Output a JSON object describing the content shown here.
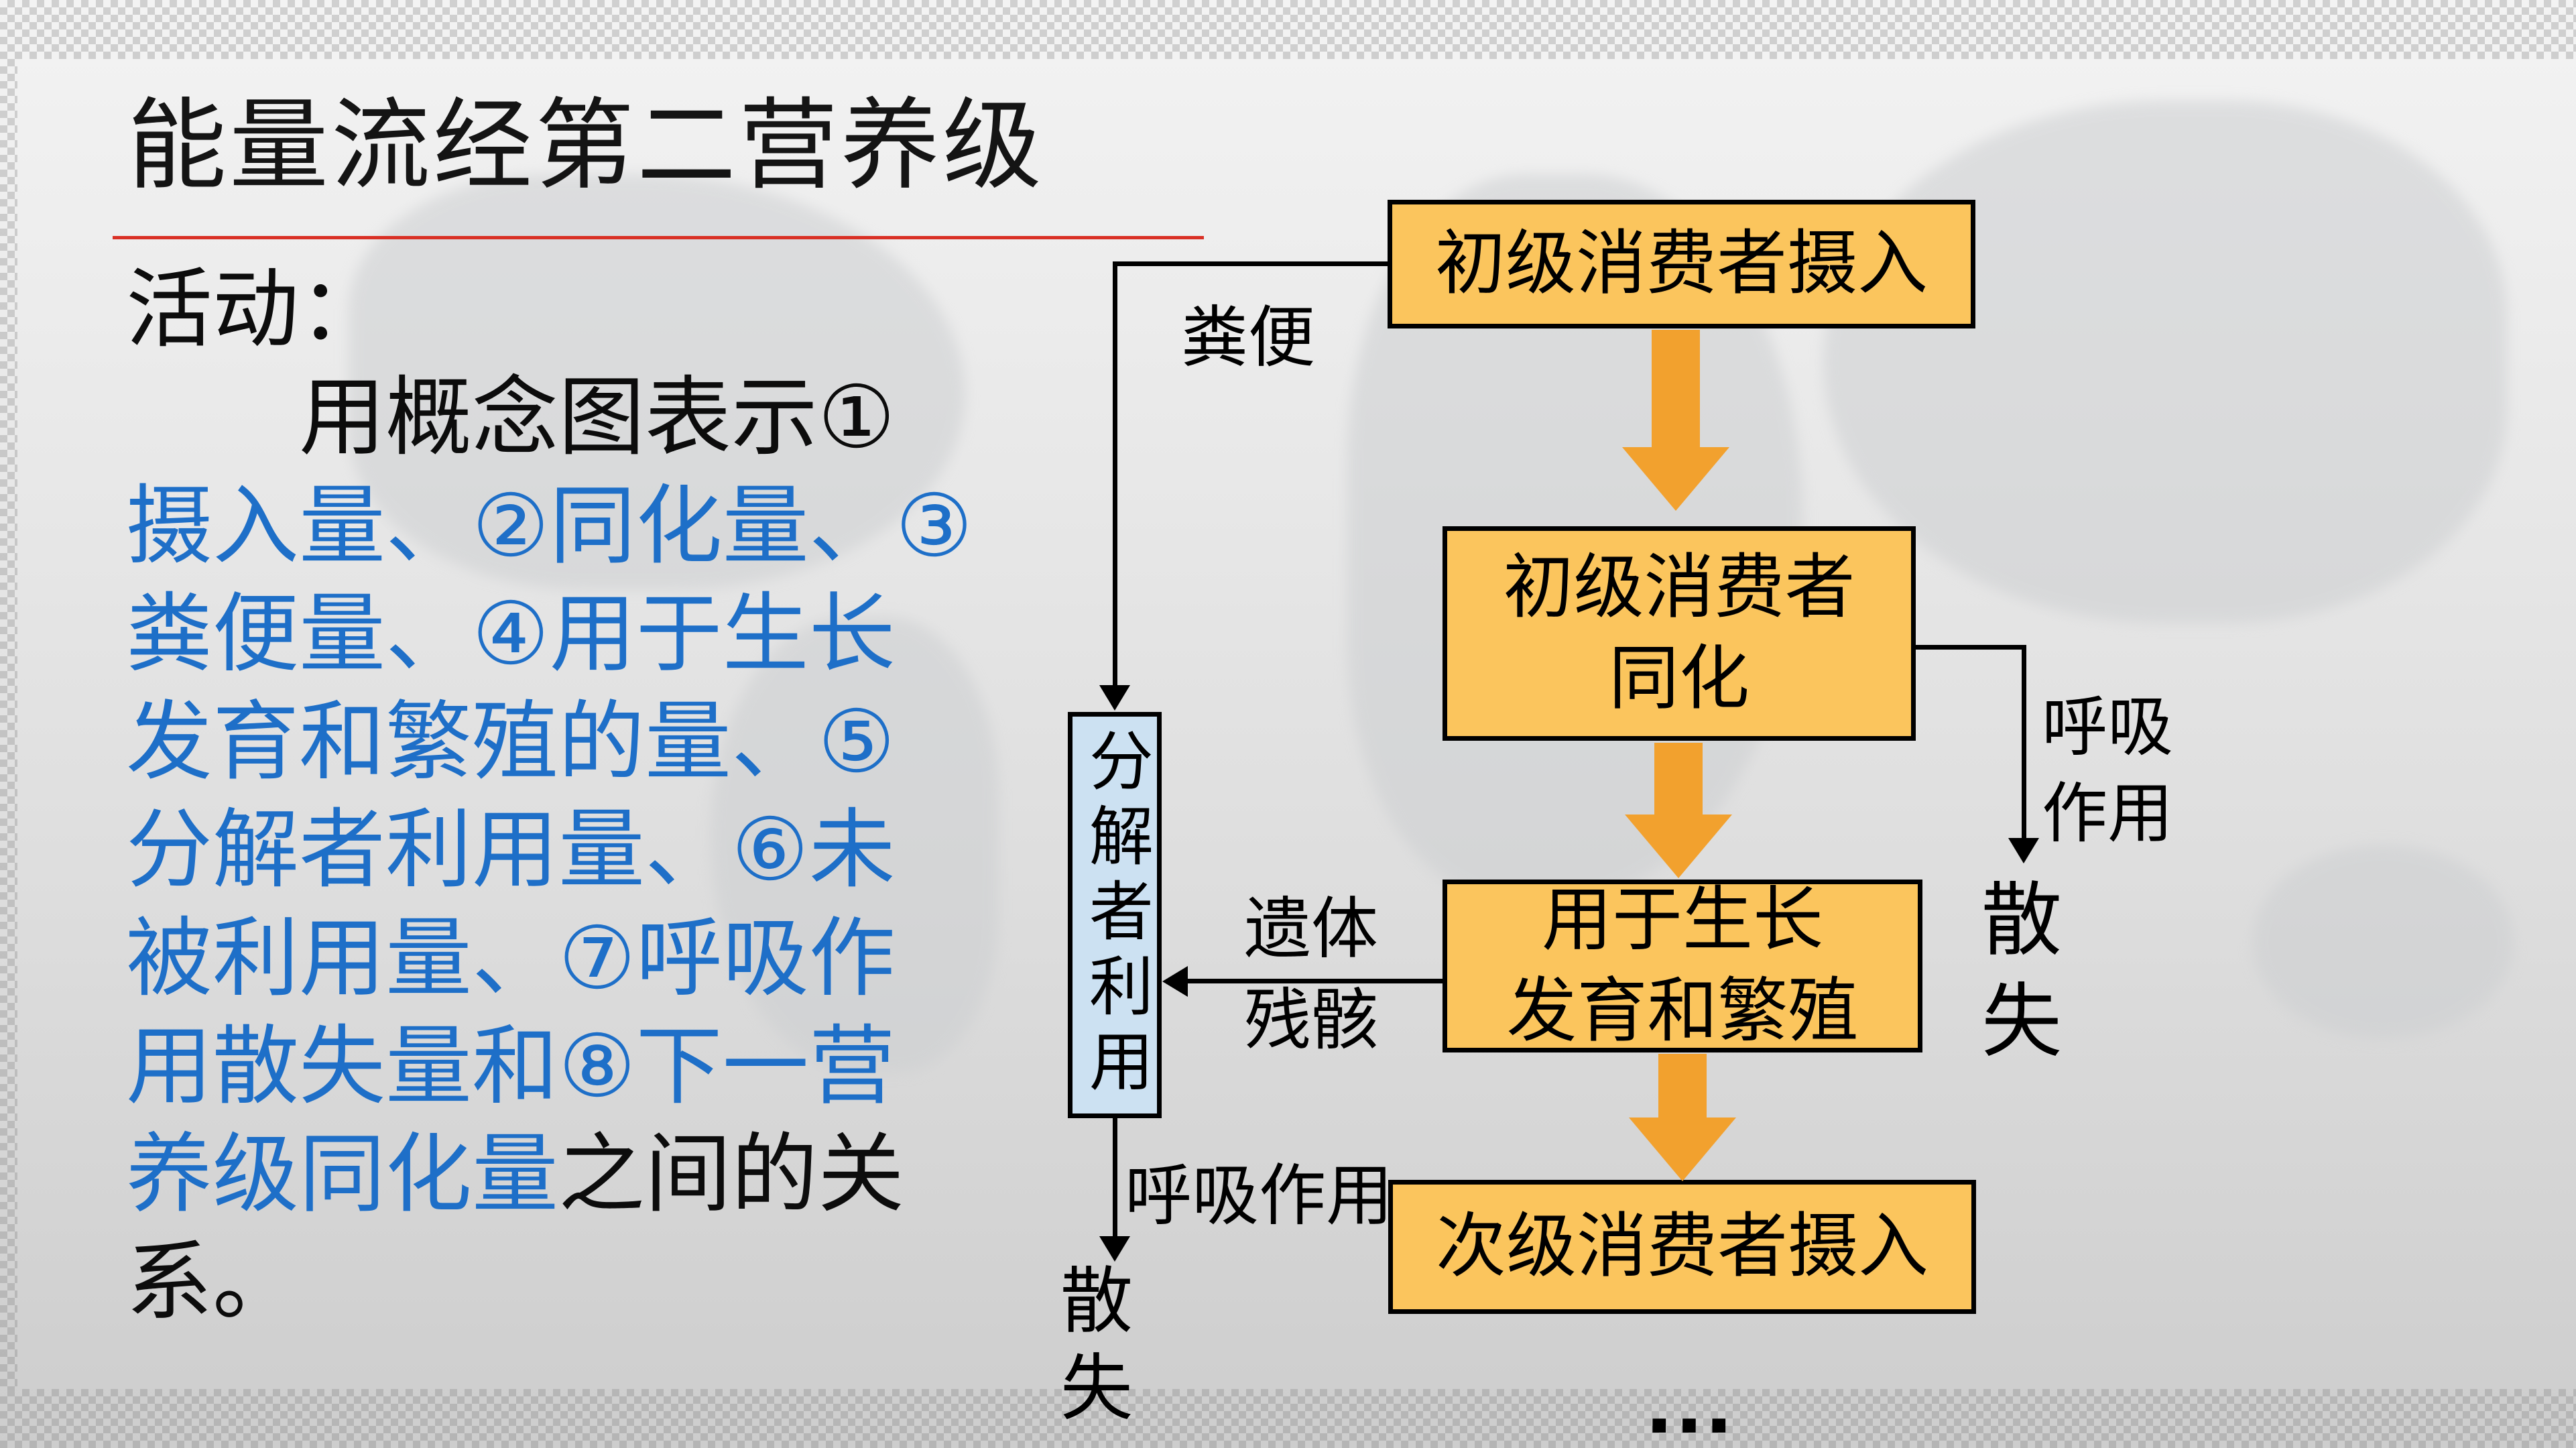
{
  "slide": {
    "title": "能量流经第二营养级",
    "activity_intro": "活动：\n　　用概念图表示①",
    "activity_blue": "摄入量、②同化量、③粪便量、④用于生长发育和繁殖的量、⑤分解者利用量、⑥未被利用量、⑦呼吸作用散失量和⑧下一营养级同化量",
    "activity_tail": "之间的关系。"
  },
  "flowchart": {
    "intake_box": "初级消费者摄入",
    "assimilation_box": "初级消费者\n同化",
    "growth_box": "用于生长\n发育和繁殖",
    "secondary_intake_box": "次级消费者摄入",
    "decomposer_box": "分解者利用",
    "ellipsis": "…",
    "label_feces": "粪便",
    "label_remains": "遗体\n残骸",
    "label_respiration_left": "呼吸作用",
    "label_dissipation_left": "散\n失",
    "label_respiration_right": "呼吸\n作用",
    "label_dissipation_right": "散\n失"
  },
  "colors": {
    "node_fill": "#FBC55D",
    "node_border": "#000000",
    "decomposer_fill": "#CCE1F2",
    "flow_arrow_orange": "#F2A12E",
    "connector_line": "#000000",
    "accent_blue_text": "#1E6FC8",
    "title_underline_red": "#D93025"
  }
}
